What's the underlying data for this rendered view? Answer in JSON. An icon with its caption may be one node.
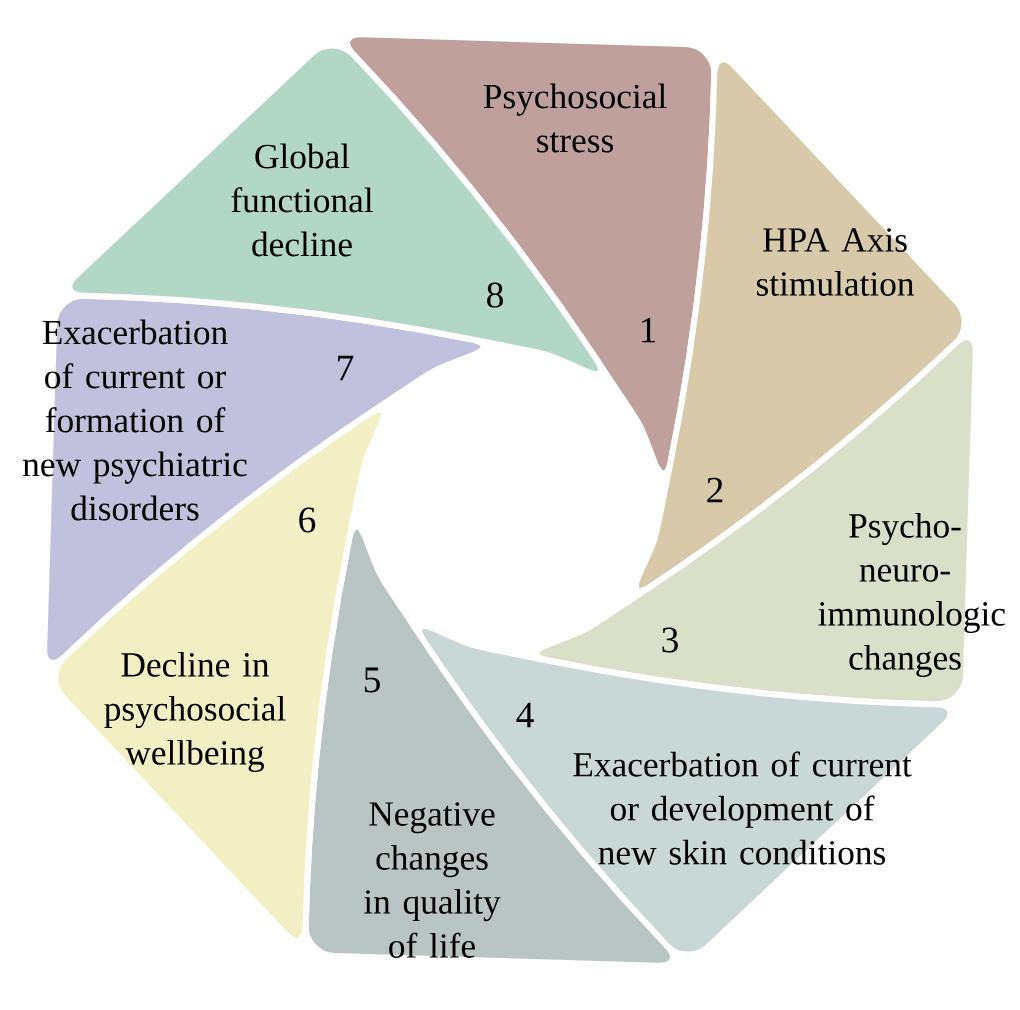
{
  "diagram": {
    "nodes": [
      {
        "text": [
          "Psychosocial stress",
          "1"
        ]
      },
      {
        "text": [
          "HPA Axis stimulation",
          "2"
        ]
      },
      {
        "text": [
          "3",
          "Psycho- neuro- immunologic changes"
        ]
      },
      {
        "text": [
          "4",
          "Exacerbation of current or development of new skin conditions"
        ]
      },
      {
        "text": [
          "5",
          "Negative changes in quality of life"
        ]
      },
      {
        "text": [
          "6",
          "Decline in psychosocial wellbeing"
        ]
      },
      {
        "text": [
          "Exacerbation of current or formation of new psychiatric disorders",
          "7"
        ]
      },
      {
        "text": [
          "Global functional decline",
          "8"
        ]
      }
    ]
  }
}
